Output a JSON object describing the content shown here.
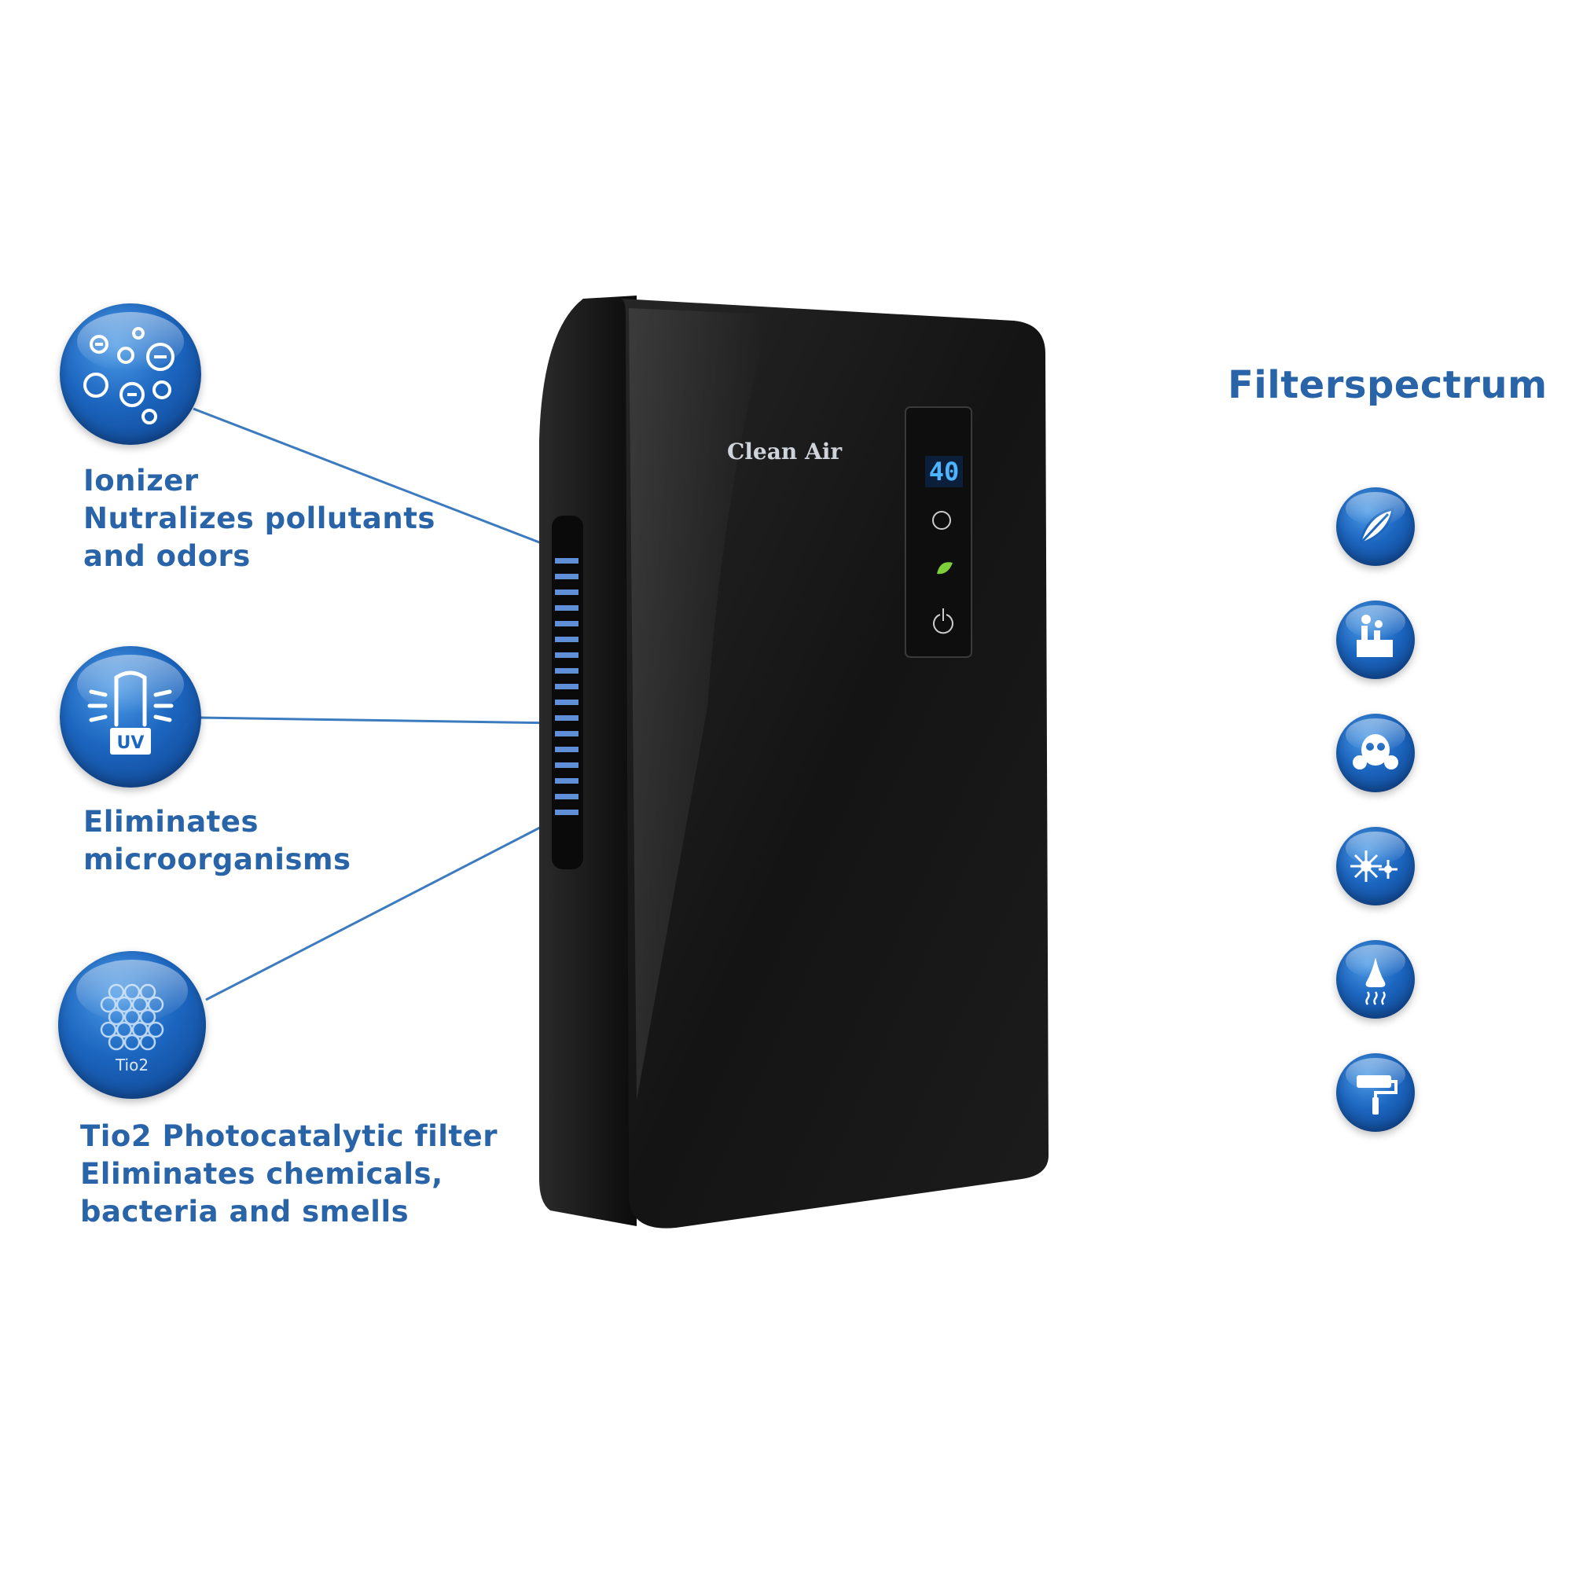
{
  "features": [
    {
      "name": "ionizer",
      "lines": [
        "Ionizer",
        "Nutralizes pollutants",
        "and odors"
      ],
      "icon": "ions-icon"
    },
    {
      "name": "uv",
      "lines": [
        "Eliminates",
        "microorganisms"
      ],
      "icon": "uv-lamp-icon",
      "icon_label": "UV"
    },
    {
      "name": "tio2",
      "lines": [
        "Tio2 Photocatalytic filter",
        "Eliminates chemicals,",
        "bacteria and smells"
      ],
      "icon": "honeycomb-filter-icon",
      "icon_label": "Tio2"
    }
  ],
  "filterspectrum": {
    "title": "Filterspectrum",
    "icons": [
      "feather-icon",
      "factory-icon",
      "gas-mask-icon",
      "pollen-icon",
      "smell-icon",
      "paint-roller-icon"
    ]
  },
  "device": {
    "brand": "Clean Air",
    "display_value": "40"
  },
  "colors": {
    "text_blue": "#2a64a8",
    "badge_blue": "#1c66c0",
    "device_black": "#141414",
    "line_blue": "#3c7bbf"
  }
}
